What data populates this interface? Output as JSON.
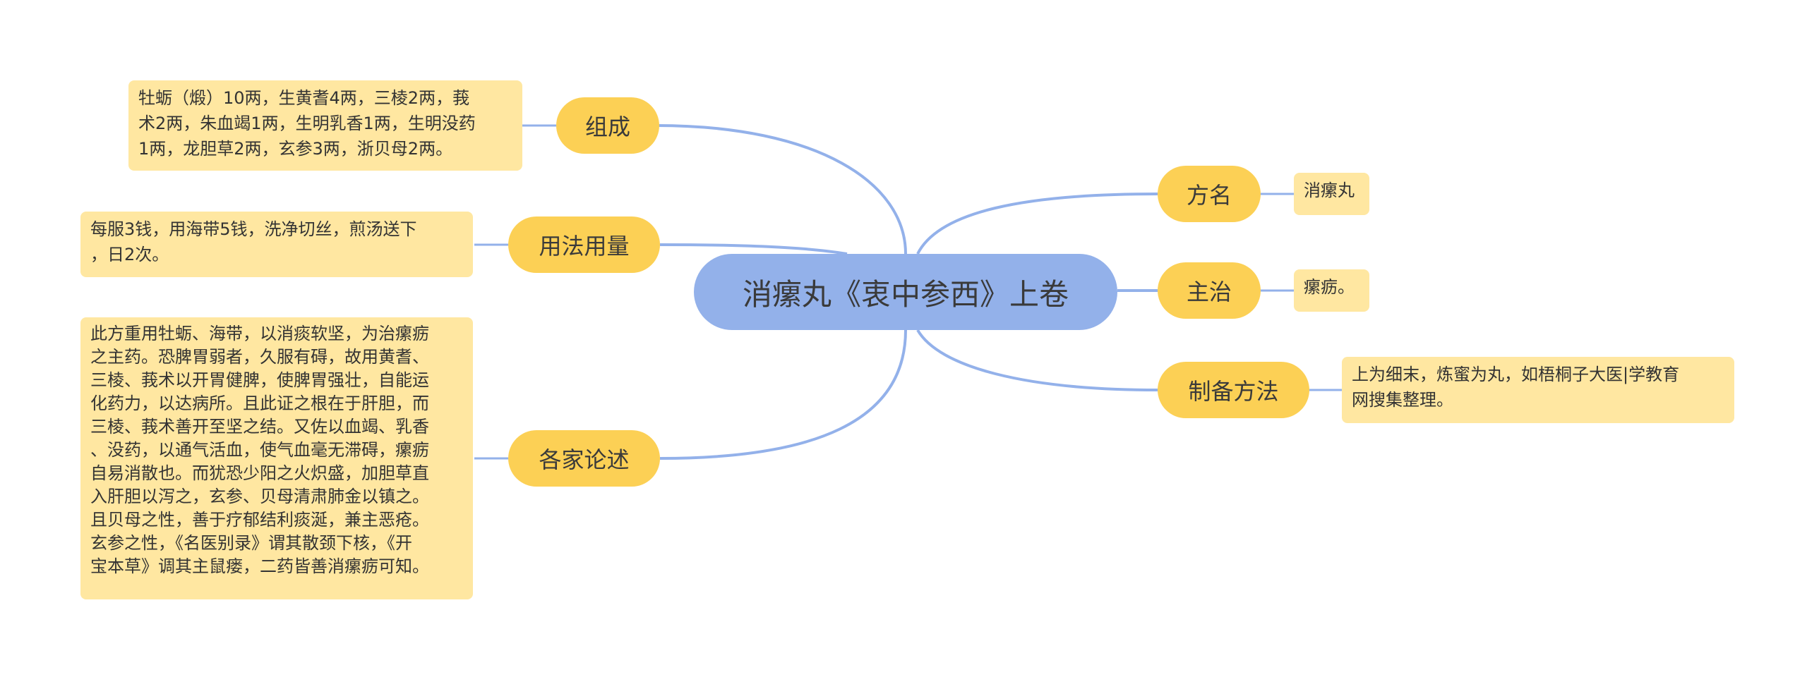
{
  "center": "消瘰丸《衷中参西》上卷",
  "branches": {
    "zucheng": {
      "label": "组成",
      "text": "牡蛎（煅）10两，生黄耆4两，三棱2两，莪\n术2两，朱血竭1两，生明乳香1两，生明没药\n1两，龙胆草2两，玄参3两，浙贝母2两。"
    },
    "yongfa": {
      "label": "用法用量",
      "text": "每服3钱，用海带5钱，洗净切丝，煎汤送下\n，日2次。"
    },
    "gejia": {
      "label": "各家论述",
      "text": "此方重用牡蛎、海带，以消痰软坚，为治瘰疬\n之主药。恐脾胃弱者，久服有碍，故用黄耆、\n三棱、莪术以开胃健脾，使脾胃强壮，自能运\n化药力，以达病所。且此证之根在于肝胆，而\n三棱、莪术善开至坚之结。又佐以血竭、乳香\n、没药，以通气活血，使气血毫无滞碍，瘰疬\n自易消散也。而犹恐少阳之火炽盛，加胆草直\n入肝胆以泻之，玄参、贝母清肃肺金以镇之。\n且贝母之性，善于疗郁结利痰涎，兼主恶疮。\n玄参之性，《名医别录》谓其散颈下核，《开\n宝本草》调其主鼠瘘，二药皆善消瘰疬可知。"
    },
    "fangming": {
      "label": "方名",
      "text": "消瘰丸"
    },
    "zhuzhi": {
      "label": "主治",
      "text": "瘰疬。"
    },
    "zhibei": {
      "label": "制备方法",
      "text": "上为细末，炼蜜为丸，如梧桐子大医|学教育\n网搜集整理。"
    }
  },
  "colors": {
    "center": "#93B1EA",
    "branch": "#FCD055",
    "leaf": "#FFE7A1",
    "link": "#93B1EA"
  }
}
